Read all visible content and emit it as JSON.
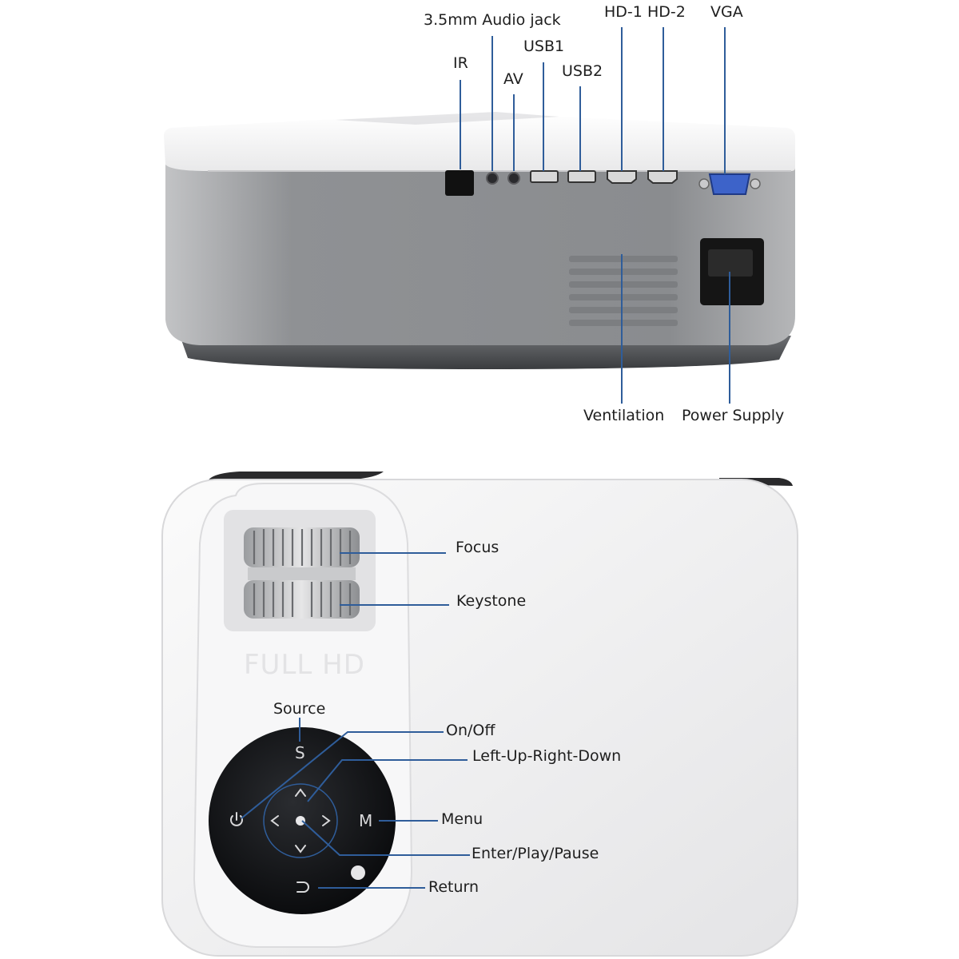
{
  "rear_panel": {
    "ports": {
      "audio_jack": "3.5mm Audio jack",
      "ir": "IR",
      "av": "AV",
      "usb1": "USB1",
      "usb2": "USB2",
      "hd1": "HD-1",
      "hd2": "HD-2",
      "vga": "VGA"
    },
    "ventilation": "Ventilation",
    "power_supply": "Power Supply"
  },
  "top_panel": {
    "focus": "Focus",
    "keystone": "Keystone",
    "brand_logo": "FULL HD",
    "source": "Source",
    "source_key": "S",
    "on_off": "On/Off",
    "navigation": "Left-Up-Right-Down",
    "menu": "Menu",
    "menu_key": "M",
    "enter": "Enter/Play/Pause",
    "return": "Return"
  },
  "colors": {
    "leader_line": "#2f5d9a",
    "vga_port": "#3d63c9",
    "body_white": "#f3f3f3",
    "body_grey": "#8e9093"
  }
}
